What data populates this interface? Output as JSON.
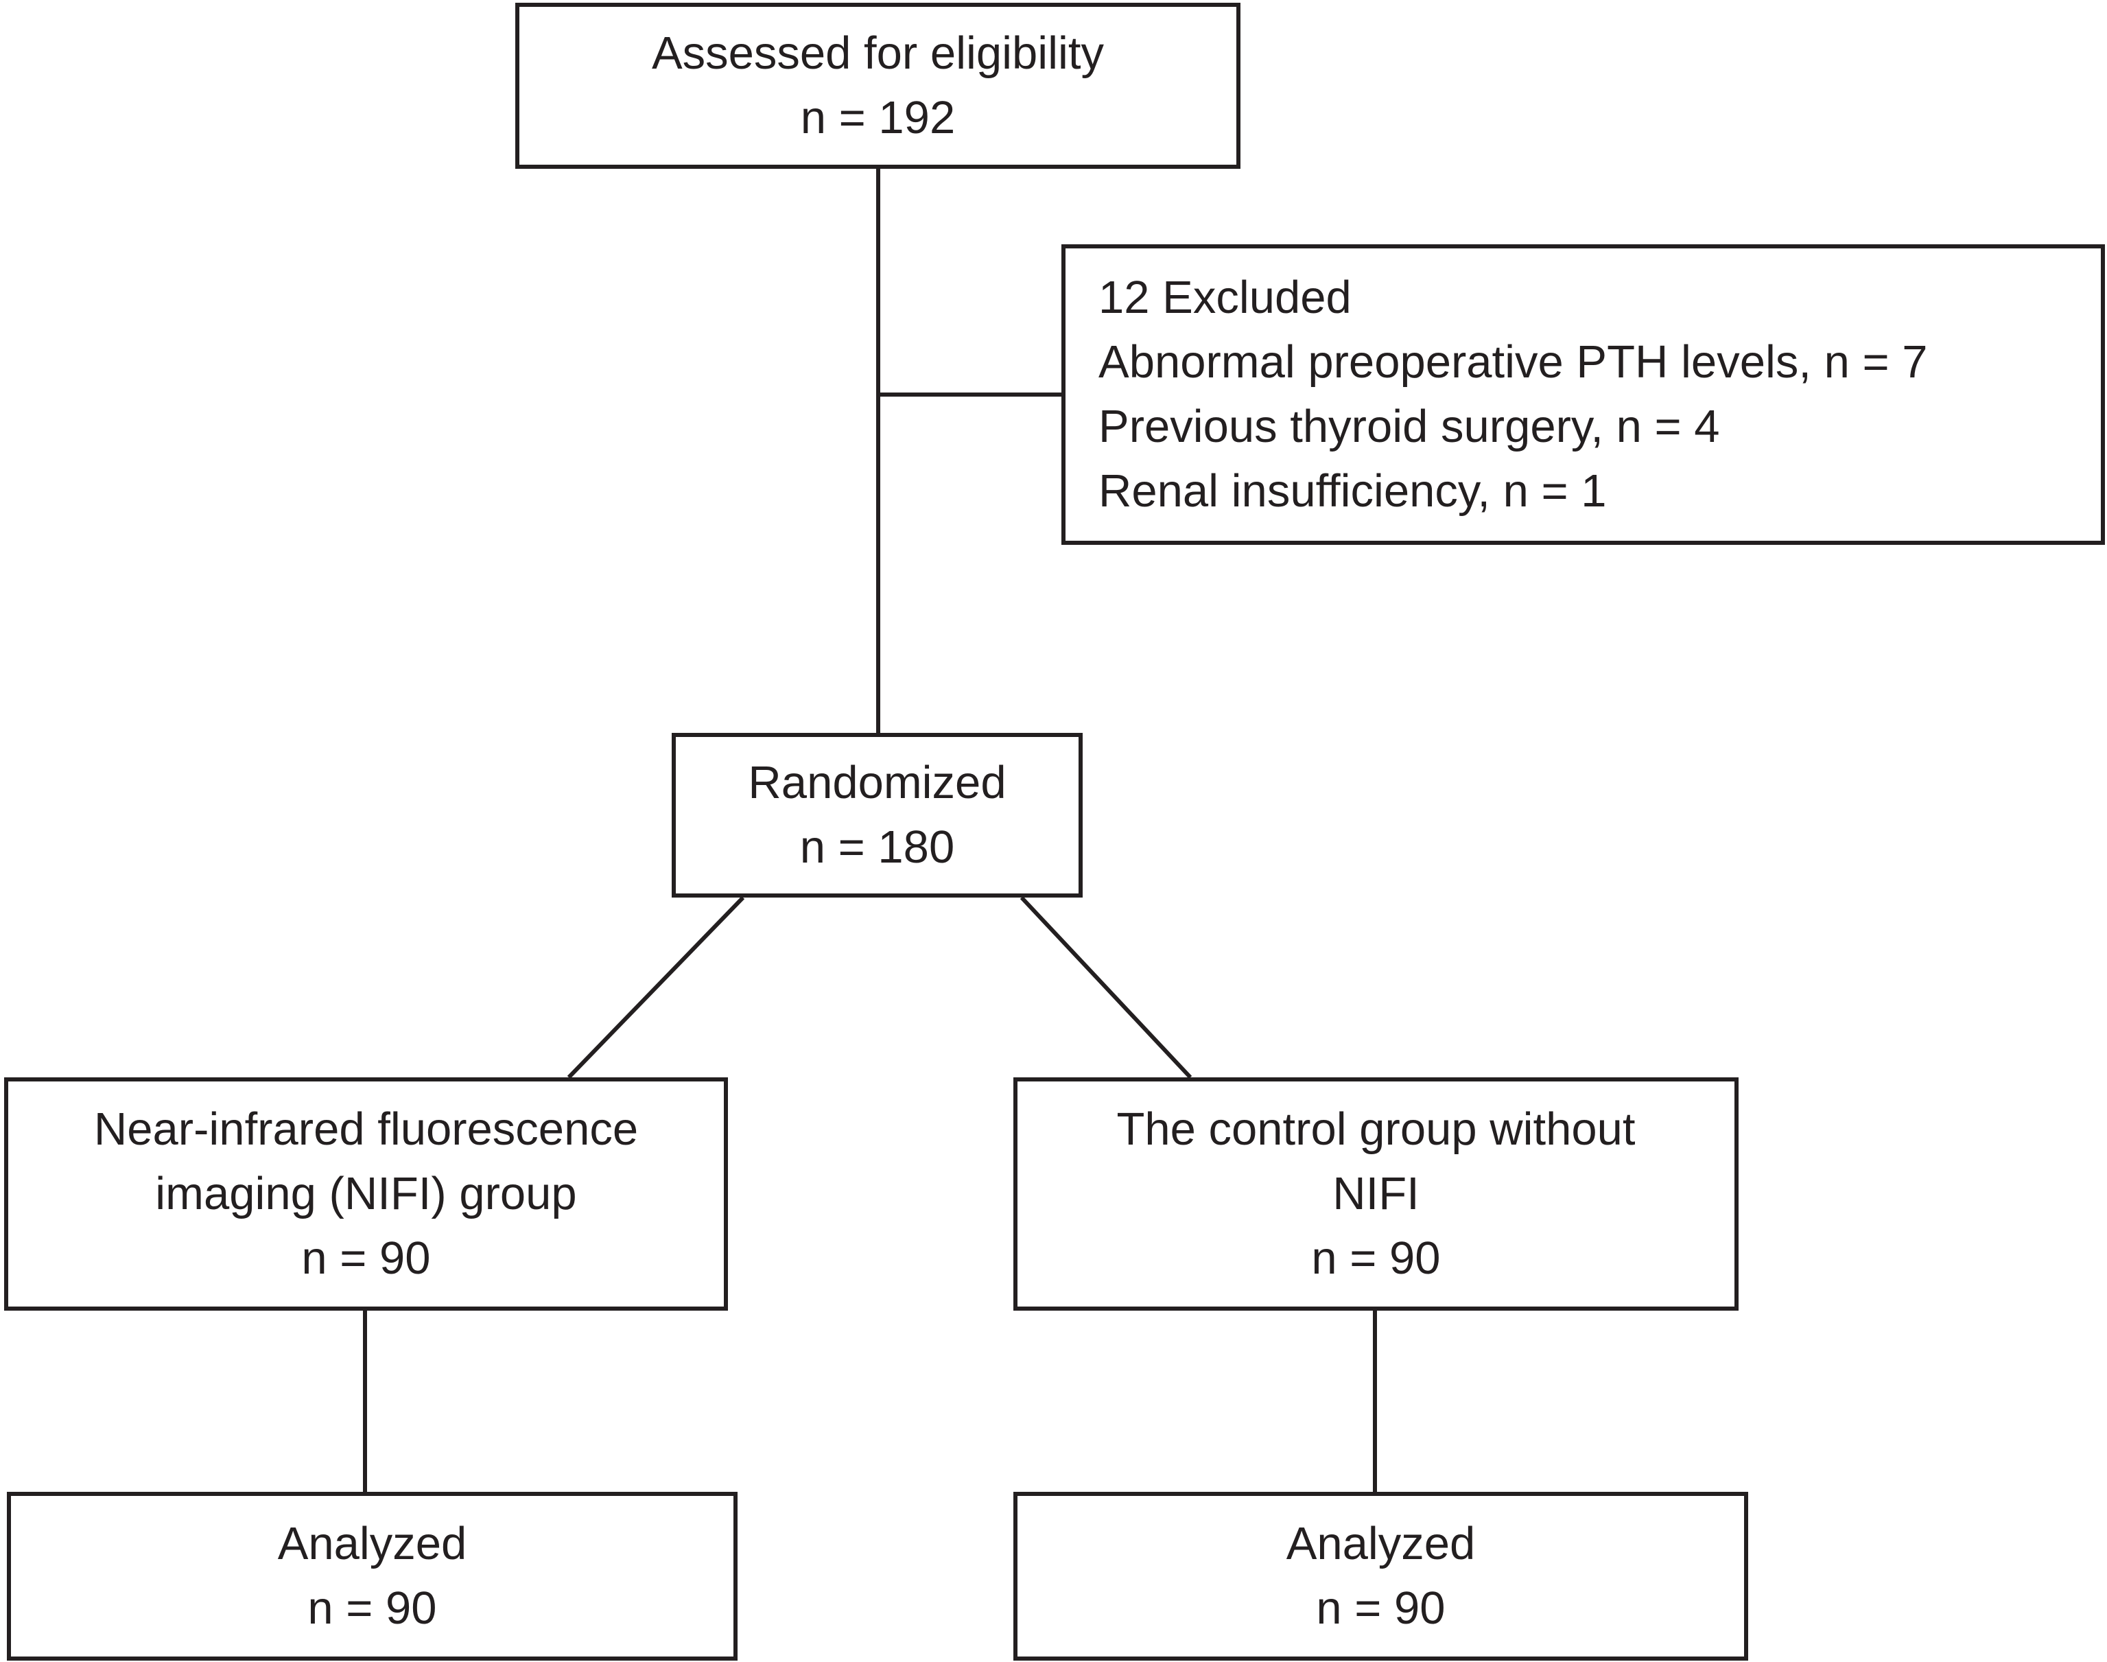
{
  "nodes": {
    "assessed": {
      "lines": [
        "Assessed for eligibility",
        "n = 192"
      ]
    },
    "excluded": {
      "lines": [
        "12 Excluded",
        "Abnormal preoperative PTH levels, n = 7",
        "Previous thyroid surgery, n = 4",
        "Renal insufficiency, n = 1"
      ]
    },
    "randomized": {
      "lines": [
        "Randomized",
        "n = 180"
      ]
    },
    "nifi_group": {
      "lines": [
        "Near-infrared fluorescence",
        "imaging (NIFI) group",
        "n = 90"
      ]
    },
    "control_group": {
      "lines": [
        "The control group without",
        "NIFI",
        "n = 90"
      ]
    },
    "analyzed_nifi": {
      "lines": [
        "Analyzed",
        "n = 90"
      ]
    },
    "analyzed_control": {
      "lines": [
        "Analyzed",
        "n = 90"
      ]
    }
  },
  "edges": [
    {
      "from": "assessed",
      "to": "randomized"
    },
    {
      "from": "assessed",
      "to": "excluded"
    },
    {
      "from": "randomized",
      "to": "nifi_group"
    },
    {
      "from": "randomized",
      "to": "control_group"
    },
    {
      "from": "nifi_group",
      "to": "analyzed_nifi"
    },
    {
      "from": "control_group",
      "to": "analyzed_control"
    }
  ],
  "colors": {
    "stroke": "#231f20",
    "background": "#ffffff"
  }
}
